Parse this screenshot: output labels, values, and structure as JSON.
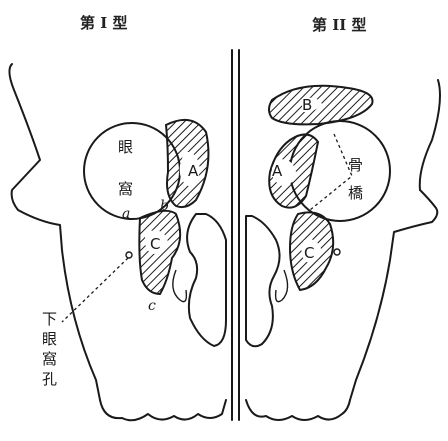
{
  "captions": {
    "left": "第 I 型",
    "right": "第 II 型"
  },
  "labels": {
    "orbit_1": "眼",
    "orbit_2": "窩",
    "bridge_1": "骨",
    "bridge_2": "橋",
    "foramen_1": "下",
    "foramen_2": "眼",
    "foramen_3": "窩",
    "foramen_4": "孔"
  },
  "regions": {
    "a_upper_left": "A",
    "a_upper_right": "A",
    "b_upper": "B",
    "c_lower_left": "C",
    "c_lower_right": "C"
  },
  "points": {
    "a": "a",
    "b": "b",
    "c": "c"
  },
  "colors": {
    "ink": "#1a1a1a",
    "paper": "#ffffff"
  }
}
